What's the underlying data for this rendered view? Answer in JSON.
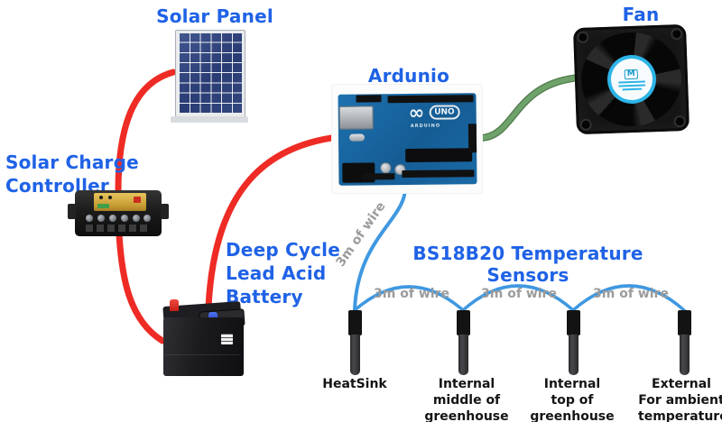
{
  "colors": {
    "label_blue": "#1f62e6",
    "wire_red": "#ee2b24",
    "wire_green": "#6fa26a",
    "wire_green_dark": "#4e7a49",
    "wire_blue": "#3f98e0",
    "annotation_gray": "#9b9b9b",
    "sensor_text": "#141414"
  },
  "labels": {
    "solar_panel": "Solar Panel",
    "fan": "Fan",
    "arduino": "Ardunio",
    "charge_controller": {
      "line1": "Solar Charge",
      "line2": "Controller"
    },
    "battery": {
      "line1": "Deep Cycle",
      "line2": "Lead Acid",
      "line3": "Battery"
    },
    "sensors_title": "BS18B20 Temperature Sensors"
  },
  "wire_annotations": {
    "arduino_to_sensor": "3m of wire",
    "arc1": "3m of wire",
    "arc2": "3m of wire",
    "arc3": "3m of wire"
  },
  "sensor_labels": {
    "s1": {
      "line1": "HeatSink"
    },
    "s2": {
      "line1": "Internal",
      "line2": "middle of",
      "line3": "greenhouse"
    },
    "s3": {
      "line1": "Internal",
      "line2": "top of",
      "line3": "greenhouse"
    },
    "s4": {
      "line1": "External",
      "line2": "For ambient",
      "line3": "temperature"
    }
  },
  "arduino_board": {
    "logo_icon": "∞",
    "uno_text": "UNO",
    "brand_text": "ARDUINO"
  },
  "fan_sticker": {
    "logo": "M"
  }
}
